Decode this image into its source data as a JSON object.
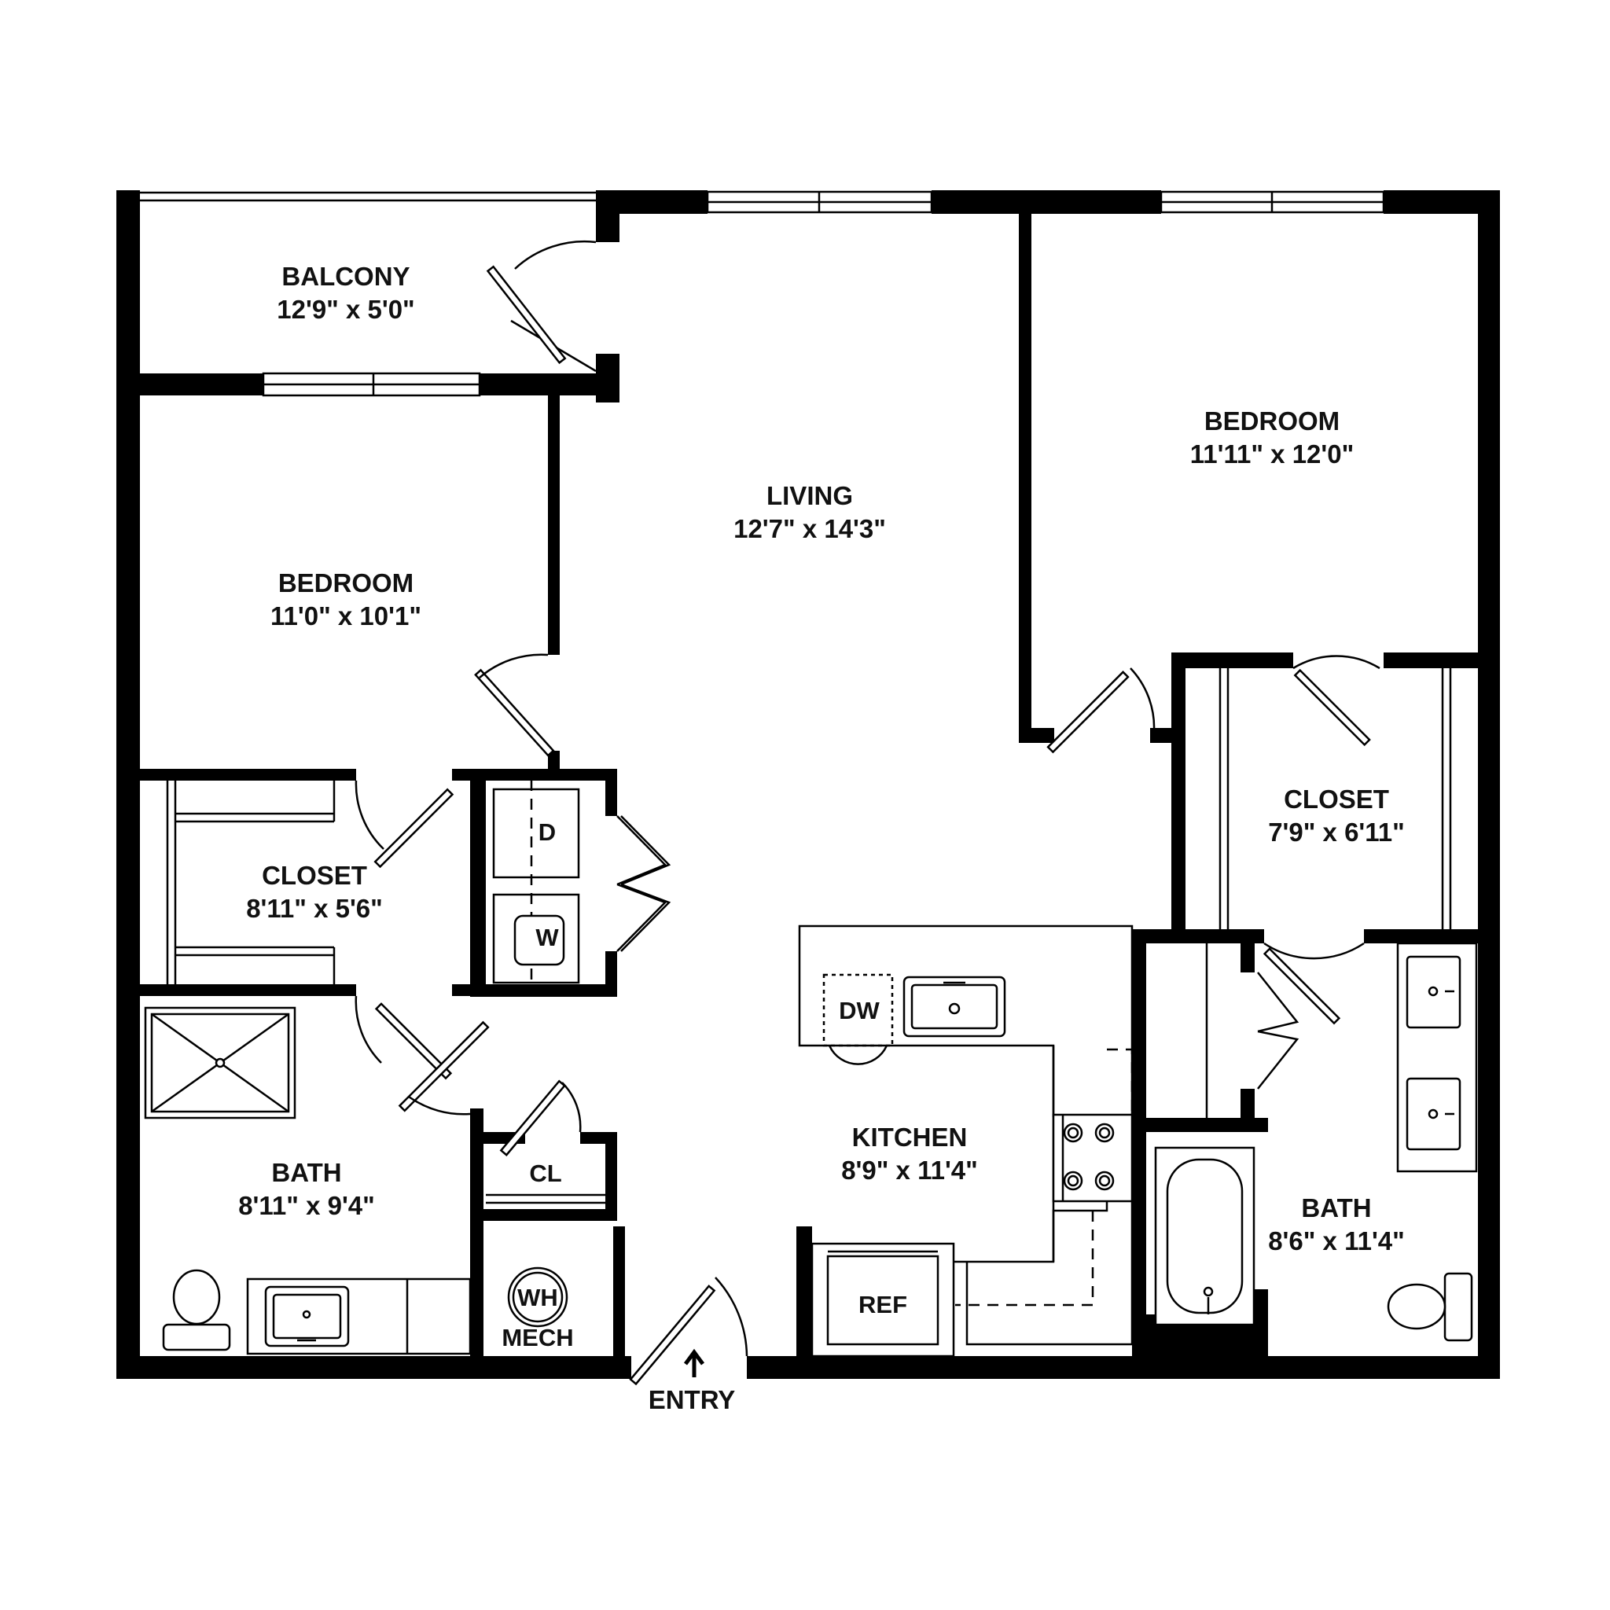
{
  "rooms": {
    "balcony": {
      "name": "BALCONY",
      "dims": "12'9\" x 5'0\""
    },
    "living": {
      "name": "LIVING",
      "dims": "12'7\" x 14'3\""
    },
    "bedroom_right": {
      "name": "BEDROOM",
      "dims": "11'11\" x 12'0\""
    },
    "bedroom_left": {
      "name": "BEDROOM",
      "dims": "11'0\" x 10'1\""
    },
    "closet_left": {
      "name": "CLOSET",
      "dims": "8'11\" x 5'6\""
    },
    "closet_right": {
      "name": "CLOSET",
      "dims": "7'9\" x 6'11\""
    },
    "kitchen": {
      "name": "KITCHEN",
      "dims": "8'9\" x 11'4\""
    },
    "bath_left": {
      "name": "BATH",
      "dims": "8'11\" x 9'4\""
    },
    "bath_right": {
      "name": "BATH",
      "dims": "8'6\" x 11'4\""
    }
  },
  "fixtures": {
    "dryer": "D",
    "washer": "W",
    "dishwasher": "DW",
    "refrigerator": "REF",
    "closet_small": "CL",
    "water_heater": "WH",
    "mechanical": "MECH"
  },
  "entry": {
    "label": "ENTRY",
    "arrow": "↑"
  }
}
